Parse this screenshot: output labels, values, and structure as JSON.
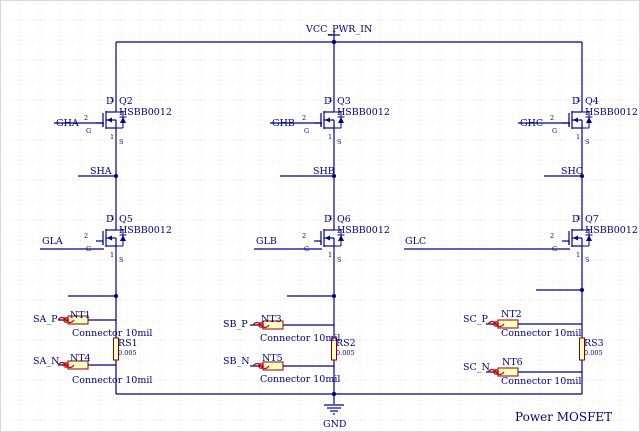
{
  "power_net": "VCC_PWR_IN",
  "ground_net": "GND",
  "title_text": "Power MOSFET",
  "mosfets": [
    {
      "ref": "Q2",
      "part": "HSBB0012",
      "gate": "GHA",
      "pin_g": "2",
      "pin_d": "3",
      "pin_s": "1",
      "letter_d": "D",
      "letter_g": "G",
      "letter_s": "S"
    },
    {
      "ref": "Q3",
      "part": "HSBB0012",
      "gate": "GHB",
      "pin_g": "2",
      "pin_d": "3",
      "pin_s": "1",
      "letter_d": "D",
      "letter_g": "G",
      "letter_s": "S"
    },
    {
      "ref": "Q4",
      "part": "HSBB0012",
      "gate": "GHC",
      "pin_g": "2",
      "pin_d": "3",
      "pin_s": "1",
      "letter_d": "D",
      "letter_g": "G",
      "letter_s": "S"
    },
    {
      "ref": "Q5",
      "part": "HSBB0012",
      "gate": "GLA",
      "pin_g": "2",
      "pin_d": "3",
      "pin_s": "1",
      "letter_d": "D",
      "letter_g": "G",
      "letter_s": "S"
    },
    {
      "ref": "Q6",
      "part": "HSBB0012",
      "gate": "GLB",
      "pin_g": "2",
      "pin_d": "3",
      "pin_s": "1",
      "letter_d": "D",
      "letter_g": "G",
      "letter_s": "S"
    },
    {
      "ref": "Q7",
      "part": "HSBB0012",
      "gate": "GLC",
      "pin_g": "2",
      "pin_d": "3",
      "pin_s": "1",
      "letter_d": "D",
      "letter_g": "G",
      "letter_s": "S"
    }
  ],
  "phase_nets": [
    "SHA",
    "SHB",
    "SHC"
  ],
  "shunts": [
    {
      "ref": "RS1",
      "value": "0.005"
    },
    {
      "ref": "RS2",
      "value": "0.005"
    },
    {
      "ref": "RS3",
      "value": "0.005"
    }
  ],
  "net_ties": [
    {
      "ref": "NT1",
      "net": "SA_P",
      "desc": "Connector 10mil"
    },
    {
      "ref": "NT4",
      "net": "SA_N",
      "desc": "Connector 10mil"
    },
    {
      "ref": "NT3",
      "net": "SB_P",
      "desc": "Connector 10mil"
    },
    {
      "ref": "NT5",
      "net": "SB_N",
      "desc": "Connector 10mil"
    },
    {
      "ref": "NT2",
      "net": "SC_P",
      "desc": "Connector 10mil"
    },
    {
      "ref": "NT6",
      "net": "SC_N",
      "desc": "Connector 10mil"
    }
  ]
}
